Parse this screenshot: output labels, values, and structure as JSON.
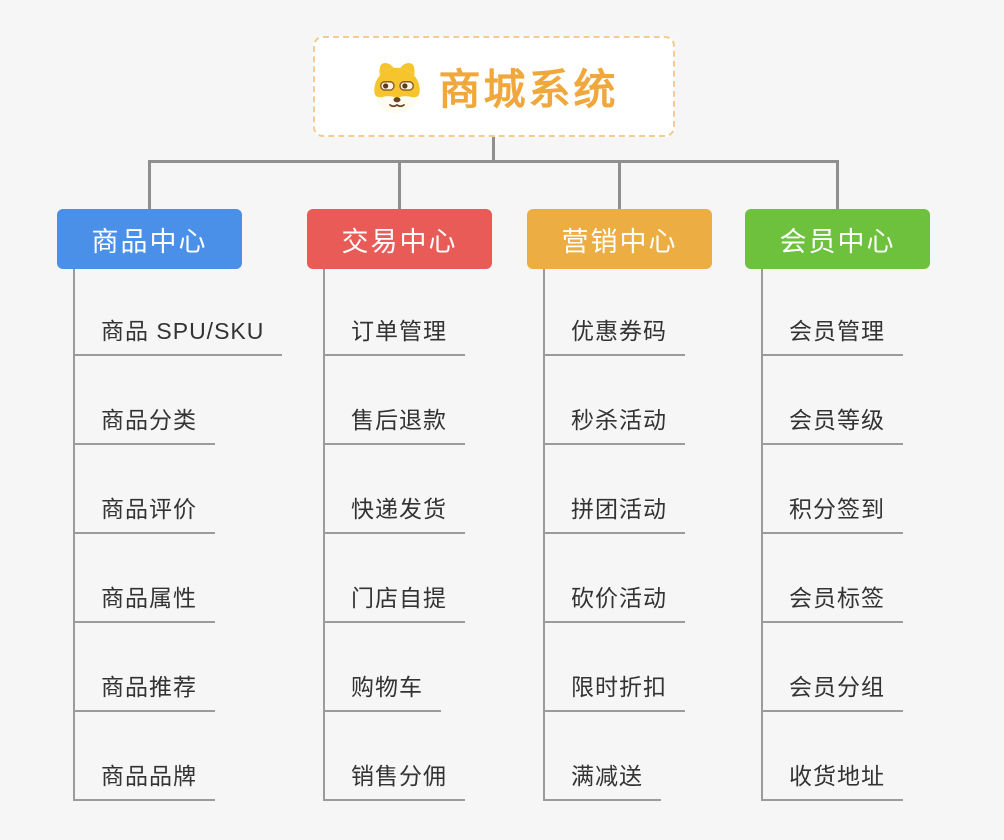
{
  "root": {
    "title": "商城系统",
    "icon": "dog-face-icon"
  },
  "branches": [
    {
      "id": "product-center",
      "label": "商品中心",
      "color": "#4A90E8",
      "children": [
        "商品 SPU/SKU",
        "商品分类",
        "商品评价",
        "商品属性",
        "商品推荐",
        "商品品牌"
      ]
    },
    {
      "id": "trade-center",
      "label": "交易中心",
      "color": "#E95B57",
      "children": [
        "订单管理",
        "售后退款",
        "快递发货",
        "门店自提",
        "购物车",
        "销售分佣"
      ]
    },
    {
      "id": "marketing-center",
      "label": "营销中心",
      "color": "#ECAE42",
      "children": [
        "优惠券码",
        "秒杀活动",
        "拼团活动",
        "砍价活动",
        "限时折扣",
        "满减送"
      ]
    },
    {
      "id": "member-center",
      "label": "会员中心",
      "color": "#6EC13C",
      "children": [
        "会员管理",
        "会员等级",
        "积分签到",
        "会员标签",
        "会员分组",
        "收货地址"
      ]
    }
  ],
  "colors": {
    "background": "#F6F6F6",
    "root_text": "#F0A83C",
    "root_border": "#F5CB8E",
    "connector_line": "#8F8F8F",
    "child_line": "#9B9B9B",
    "child_text": "#333333",
    "header_text": "#FFFFFF"
  }
}
